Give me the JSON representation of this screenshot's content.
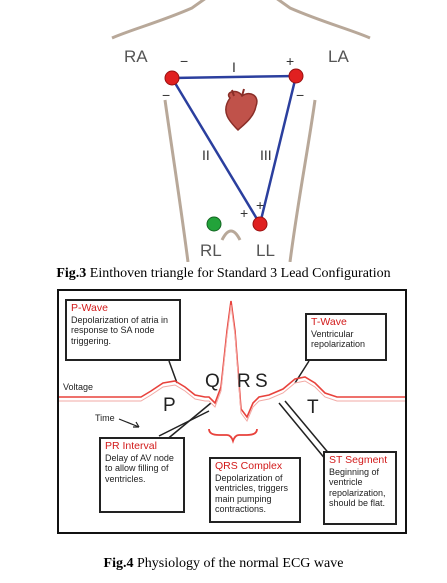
{
  "fig3": {
    "label_ra": "RA",
    "label_la": "LA",
    "label_rl": "RL",
    "label_ll": "LL",
    "lead_i": "I",
    "lead_ii": "II",
    "lead_iii": "III",
    "sign_ra": "−",
    "sign_la": "+",
    "sign_ra2": "−",
    "sign_la2": "−",
    "sign_ll1": "+",
    "sign_ll2": "+",
    "caption_bold": "Fig.3",
    "caption_text": " Einthoven triangle for Standard 3 Lead Configuration",
    "colors": {
      "electrode": "#e02020",
      "ground": "#22a33a",
      "triangle": "#2b3f9e",
      "outline": "#b8a899"
    }
  },
  "fig4": {
    "p_wave_title": "P-Wave",
    "p_wave_desc": "Depolarization of atria in response to SA node triggering.",
    "t_wave_title": "T-Wave",
    "t_wave_desc": "Ventricular repolarization",
    "pr_title": "PR  Interval",
    "pr_desc": "Delay of AV node to allow filling of ventricles.",
    "qrs_title": "QRS Complex",
    "qrs_desc": "Depolarization of ventricles, triggers main pumping contractions.",
    "st_title": "ST Segment",
    "st_desc": "Beginning of ventricle repolarization, should be flat.",
    "axis_voltage": "Voltage",
    "axis_time": "Time",
    "letter_p": "P",
    "letter_q": "Q",
    "letter_r": "R",
    "letter_s": "S",
    "letter_t": "T",
    "caption_bold": "Fig.4",
    "caption_text": " Physiology of the normal ECG wave",
    "colors": {
      "trace": "#e8423c",
      "title": "#d21a1a"
    }
  }
}
